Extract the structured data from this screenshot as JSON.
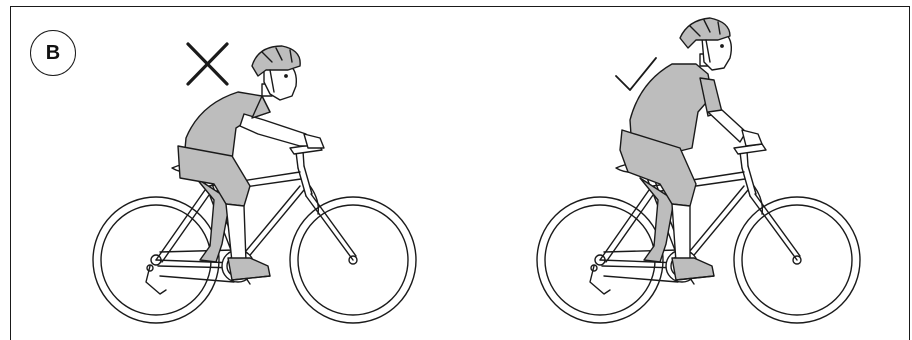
{
  "figure": {
    "panel_label": "B",
    "panels": [
      {
        "id": "incorrect-posture",
        "marker": "cross-icon"
      },
      {
        "id": "correct-posture",
        "marker": "check-icon"
      }
    ],
    "colors": {
      "line": "#1a1a1a",
      "clothing": "#bdbdbd",
      "skin": "#ffffff"
    }
  }
}
